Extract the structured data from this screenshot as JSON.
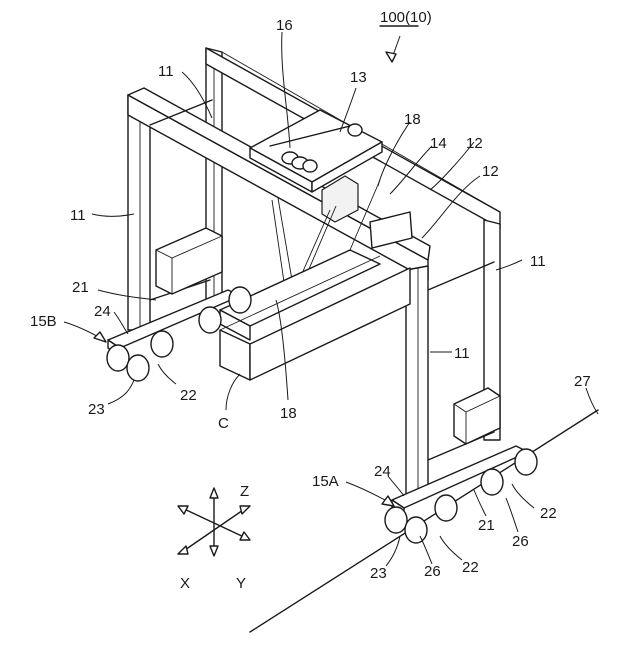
{
  "labels": {
    "title_ref": "100(10)",
    "c16": "16",
    "c13": "13",
    "c11_top": "11",
    "c18_top": "18",
    "c14": "14",
    "c12_a": "12",
    "c12_b": "12",
    "c11_left": "11",
    "c11_right": "11",
    "c21_left": "21",
    "c24_left": "24",
    "c15B": "15B",
    "c23_left": "23",
    "c22_left": "22",
    "c18_bottom": "18",
    "cC": "C",
    "c11_front": "11",
    "c27": "27",
    "c15A": "15A",
    "c24_right": "24",
    "c21_right": "21",
    "c22_right_top": "22",
    "c26_right": "26",
    "c23_right": "23",
    "c26_bottom": "26",
    "c22_bottom": "22"
  },
  "axes": {
    "z": "Z",
    "x": "X",
    "y": "Y"
  }
}
